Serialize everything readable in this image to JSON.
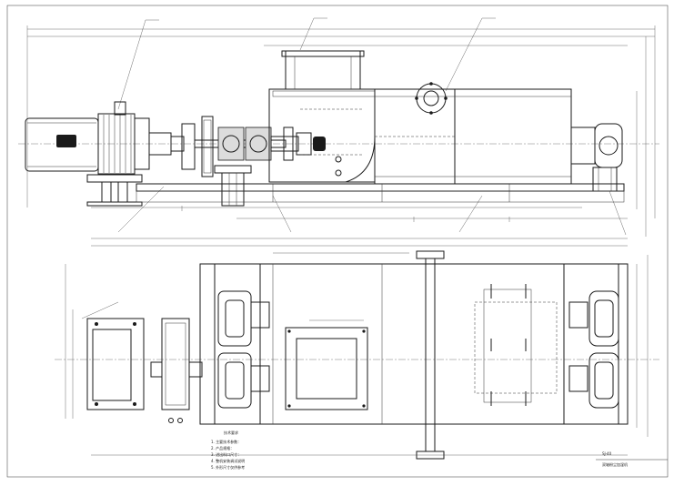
{
  "drawing": {
    "notes_title": "技术要求",
    "notes": [
      "1. 主要技术参数：",
      "2. 产品规格：",
      "3. 进出料口尺寸：",
      "4. 整机安装调试说明",
      "5. 外形尺寸仅供参考"
    ],
    "title_block": {
      "name": "双轴粉尘加湿机",
      "code": "SJ-40"
    }
  }
}
